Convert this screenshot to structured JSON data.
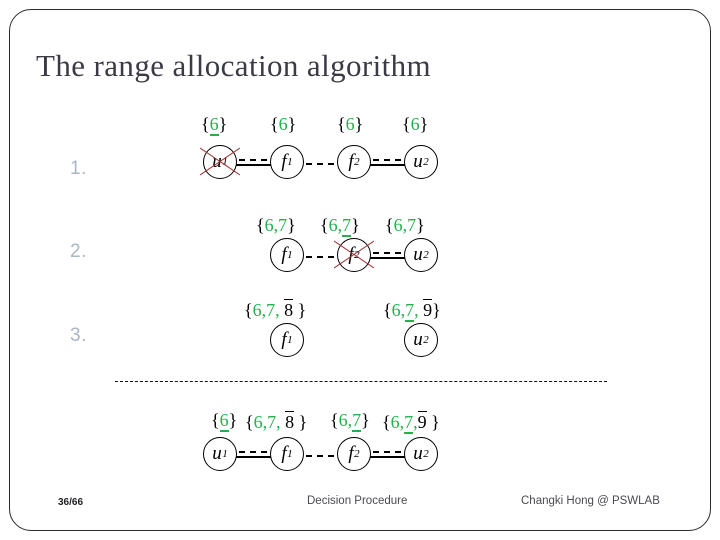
{
  "slide": {
    "title": "The range allocation algorithm",
    "steps": [
      {
        "label": "1."
      },
      {
        "label": "2."
      },
      {
        "label": "3."
      }
    ]
  },
  "colors": {
    "green": "#22b14c",
    "red_cross": "#9e3636",
    "title": "#3b3b46",
    "step_number": "#aab6c6",
    "border": "#2b2b33"
  },
  "rows": {
    "row1": {
      "labels": [
        {
          "text": "{6}",
          "green": "6",
          "underline": true
        },
        {
          "text": "{6}",
          "green": "6",
          "underline": false
        },
        {
          "text": "{6}",
          "green": "6",
          "underline": false
        },
        {
          "text": "{6}",
          "green": "6",
          "underline": false
        }
      ],
      "nodes": [
        {
          "name": "u",
          "sub": "1",
          "crossed": true
        },
        {
          "name": "f",
          "sub": "1",
          "crossed": false
        },
        {
          "name": "f",
          "sub": "2",
          "crossed": false
        },
        {
          "name": "u",
          "sub": "2",
          "crossed": false
        }
      ],
      "edges": [
        "double",
        "dashed",
        "double"
      ]
    },
    "row2": {
      "labels": [
        {
          "text": "{6,7}",
          "green": "6,7",
          "underline": false
        },
        {
          "text": "{6,7}",
          "green": "6,7",
          "underline": true
        },
        {
          "text": "{6,7}",
          "green": "6,7",
          "underline": false
        }
      ],
      "nodes": [
        {
          "name": "f",
          "sub": "1",
          "crossed": false
        },
        {
          "name": "f",
          "sub": "2",
          "crossed": true
        },
        {
          "name": "u",
          "sub": "2",
          "crossed": false
        }
      ],
      "edges": [
        "dashed",
        "double"
      ]
    },
    "row3": {
      "labels": [
        {
          "prefix": "{",
          "green": "6,7,",
          "overline": "8",
          "suffix": "}"
        },
        {
          "prefix": "{",
          "green": "6,7,",
          "overline": "9",
          "suffix": "}"
        }
      ],
      "nodes": [
        {
          "name": "f",
          "sub": "1",
          "crossed": false
        },
        {
          "name": "u",
          "sub": "2",
          "crossed": false
        }
      ]
    },
    "result": {
      "labels": [
        {
          "prefix": "{",
          "green": "6",
          "underline": true,
          "overline": "",
          "suffix": "}"
        },
        {
          "prefix": "{",
          "green": "6,7,",
          "overline": "8",
          "suffix": "}"
        },
        {
          "prefix": "{",
          "green": "6,7",
          "underline": true,
          "overline": "",
          "suffix": "}"
        },
        {
          "prefix": "{",
          "green": "6,7,",
          "overline": "9",
          "suffix": "}"
        }
      ],
      "nodes": [
        {
          "name": "u",
          "sub": "1",
          "crossed": false
        },
        {
          "name": "f",
          "sub": "1",
          "crossed": false
        },
        {
          "name": "f",
          "sub": "2",
          "crossed": false
        },
        {
          "name": "u",
          "sub": "2",
          "crossed": false
        }
      ],
      "edges": [
        "double",
        "dashed",
        "double"
      ]
    }
  },
  "footer": {
    "page": "36/66",
    "center": "Decision Procedure",
    "right": "Changki Hong @ PSWLAB"
  }
}
